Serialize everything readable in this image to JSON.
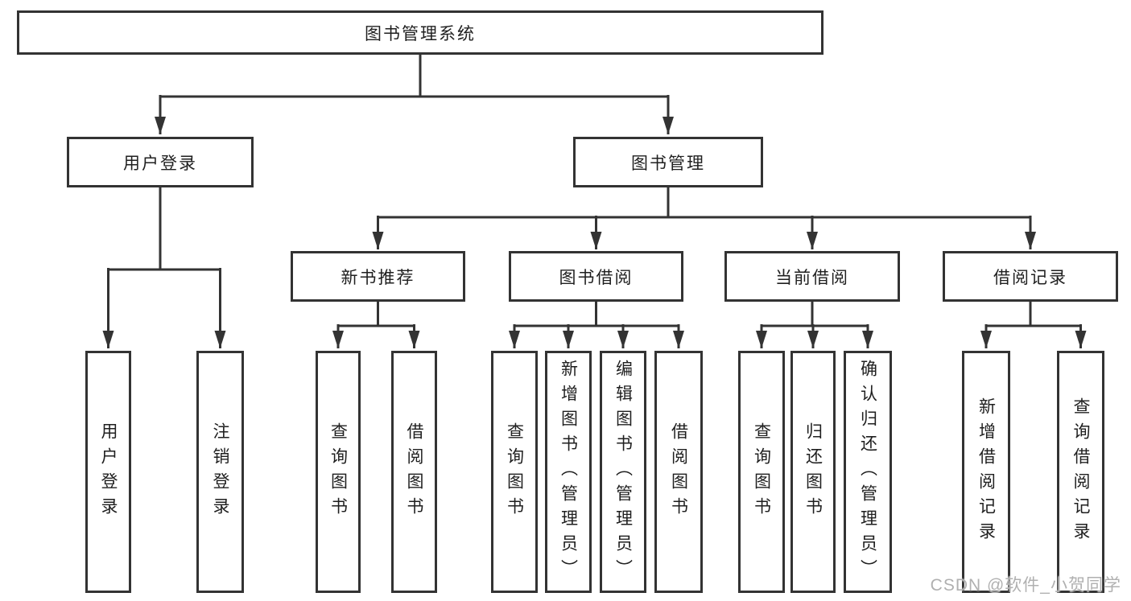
{
  "diagram": {
    "title": "图书管理系统",
    "level2": {
      "user_login": "用户登录",
      "book_management": "图书管理"
    },
    "level3": {
      "new_book_recommend": "新书推荐",
      "book_borrow": "图书借阅",
      "current_borrow": "当前借阅",
      "borrow_records": "借阅记录"
    },
    "leaves": {
      "user_login": "用户登录",
      "logout": "注销登录",
      "nb_query_books": "查询图书",
      "nb_borrow_books": "借阅图书",
      "bb_query_books": "查询图书",
      "bb_add_books": "新增图书（管理员）",
      "bb_edit_books": "编辑图书（管理员）",
      "bb_borrow_books": "借阅图书",
      "cb_query_books": "查询图书",
      "cb_return_books": "归还图书",
      "cb_confirm_return": "确认归还（管理员）",
      "br_add_record": "新增借阅记录",
      "br_query_record": "查询借阅记录"
    }
  },
  "watermark": "CSDN @软件_小贺同学",
  "colors": {
    "line": "#333333",
    "text": "#1f1f1f",
    "watermark": "#b0b0b0",
    "background": "#ffffff"
  }
}
